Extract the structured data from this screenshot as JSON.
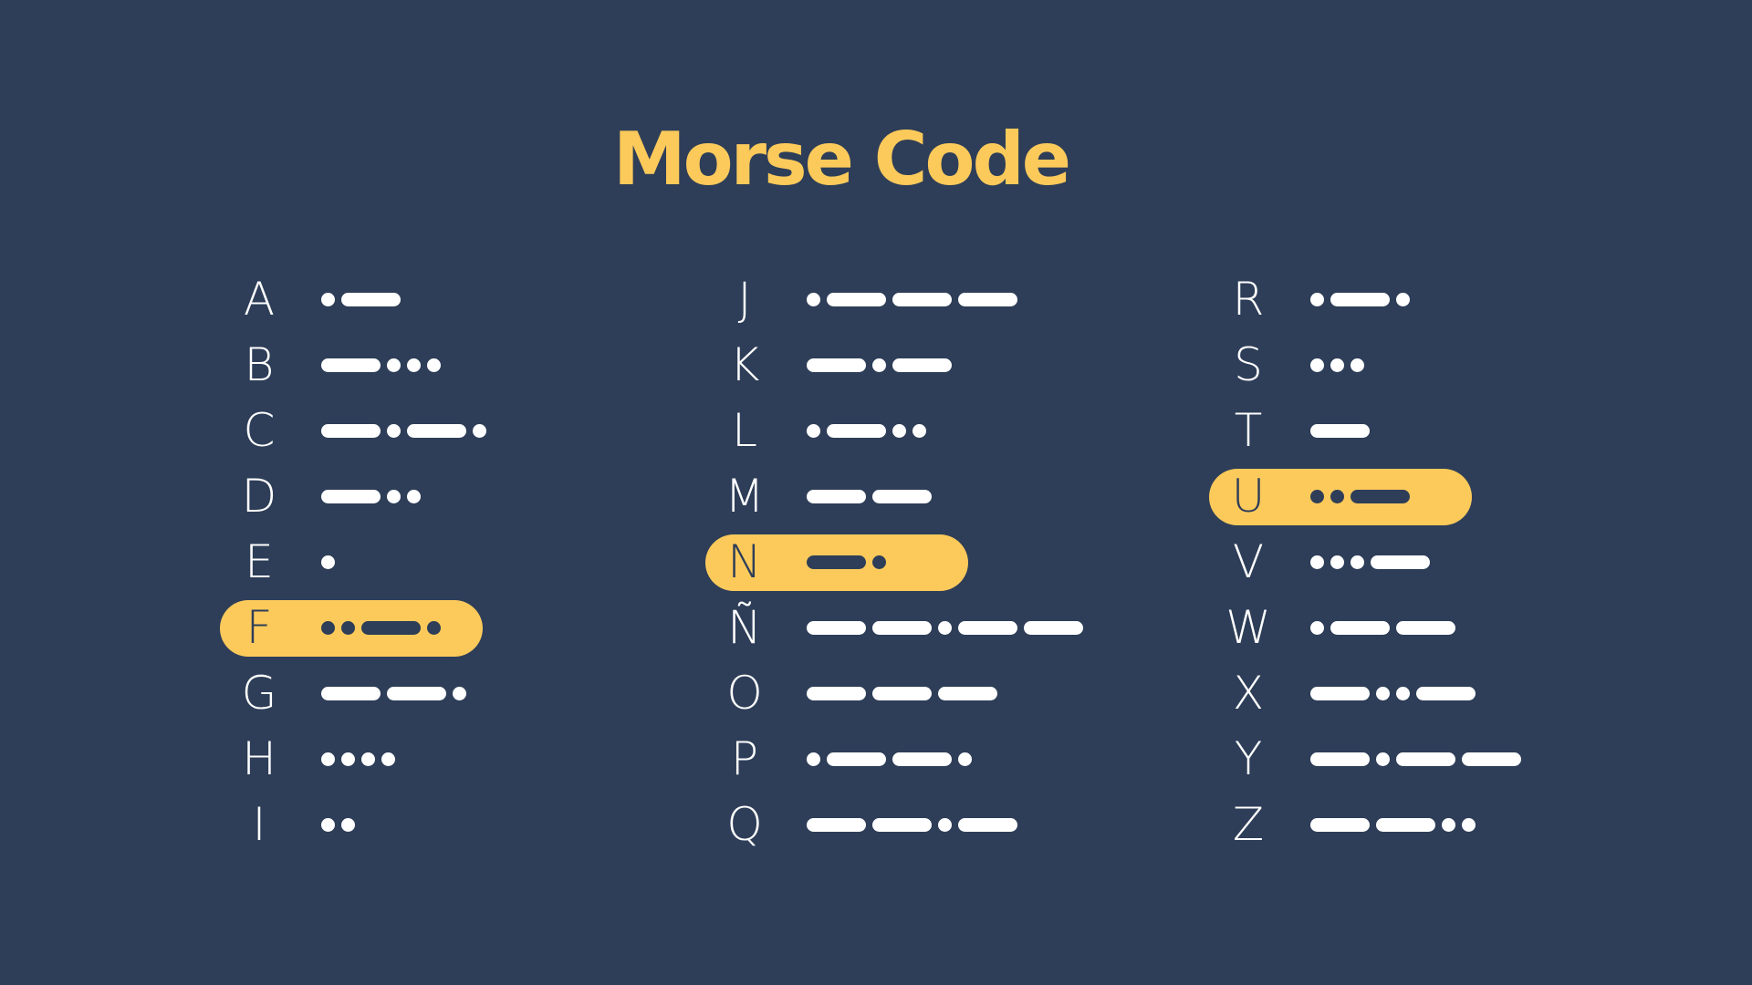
{
  "title": "Morse Code",
  "colors": {
    "background": "#2e3e58",
    "accent": "#fcca5b",
    "symbol": "#ffffff"
  },
  "columns": [
    {
      "rows": [
        {
          "letter": "A",
          "code": ".-"
        },
        {
          "letter": "B",
          "code": "-..."
        },
        {
          "letter": "C",
          "code": "-.-."
        },
        {
          "letter": "D",
          "code": "-.."
        },
        {
          "letter": "E",
          "code": "."
        },
        {
          "letter": "F",
          "code": "..-.",
          "highlighted": true
        },
        {
          "letter": "G",
          "code": "--."
        },
        {
          "letter": "H",
          "code": "...."
        },
        {
          "letter": "I",
          "code": ".."
        }
      ]
    },
    {
      "rows": [
        {
          "letter": "J",
          "code": ".---"
        },
        {
          "letter": "K",
          "code": "-.-"
        },
        {
          "letter": "L",
          "code": ".-.."
        },
        {
          "letter": "M",
          "code": "--"
        },
        {
          "letter": "N",
          "code": "-.",
          "highlighted": true
        },
        {
          "letter": "Ñ",
          "code": "--.--"
        },
        {
          "letter": "O",
          "code": "---"
        },
        {
          "letter": "P",
          "code": ".--."
        },
        {
          "letter": "Q",
          "code": "--.-"
        }
      ]
    },
    {
      "rows": [
        {
          "letter": "R",
          "code": ".-."
        },
        {
          "letter": "S",
          "code": "..."
        },
        {
          "letter": "T",
          "code": "-"
        },
        {
          "letter": "U",
          "code": "..-",
          "highlighted": true
        },
        {
          "letter": "V",
          "code": "...-"
        },
        {
          "letter": "W",
          "code": ".--"
        },
        {
          "letter": "X",
          "code": "-..-"
        },
        {
          "letter": "Y",
          "code": "-.--"
        },
        {
          "letter": "Z",
          "code": "--.."
        }
      ]
    }
  ]
}
